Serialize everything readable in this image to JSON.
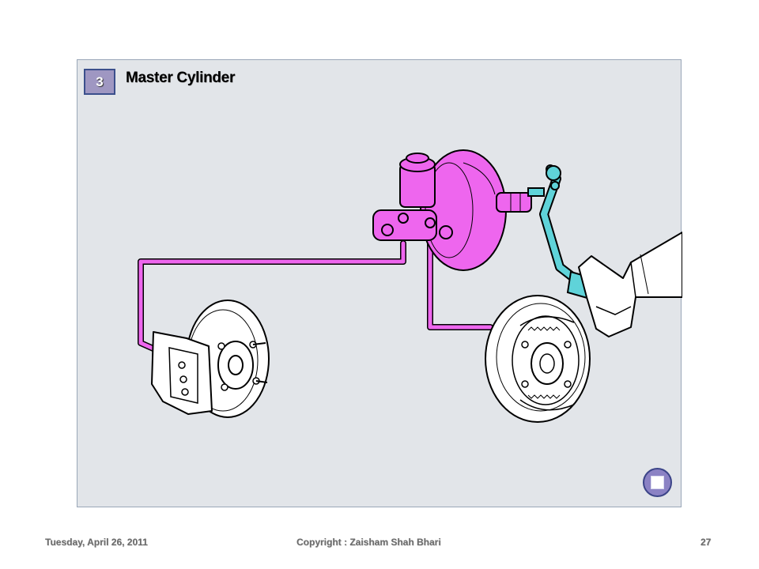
{
  "slide": {
    "step_number": "3",
    "title": "Master Cylinder",
    "stop_button_icon": "stop-icon"
  },
  "diagram": {
    "components": [
      {
        "name": "master-cylinder",
        "color": "#ee66ee"
      },
      {
        "name": "brake-booster",
        "color": "#ee66ee"
      },
      {
        "name": "brake-lines",
        "color": "#ee66ee"
      },
      {
        "name": "brake-pedal",
        "color": "#5fd3d9"
      },
      {
        "name": "disc-brake",
        "color": "#ffffff"
      },
      {
        "name": "drum-brake",
        "color": "#ffffff"
      },
      {
        "name": "driver-foot",
        "color": "#ffffff"
      }
    ]
  },
  "footer": {
    "date": "Tuesday, April 26, 2011",
    "copyright": "Copyright  :  Zaisham Shah Bhari",
    "page_number": "27"
  },
  "colors": {
    "panel_background": "#e2e5e9",
    "badge_fill": "#9f97c2",
    "badge_border": "#3b4f8c",
    "hydraulic": "#ee66ee",
    "pedal": "#5fd3d9"
  }
}
